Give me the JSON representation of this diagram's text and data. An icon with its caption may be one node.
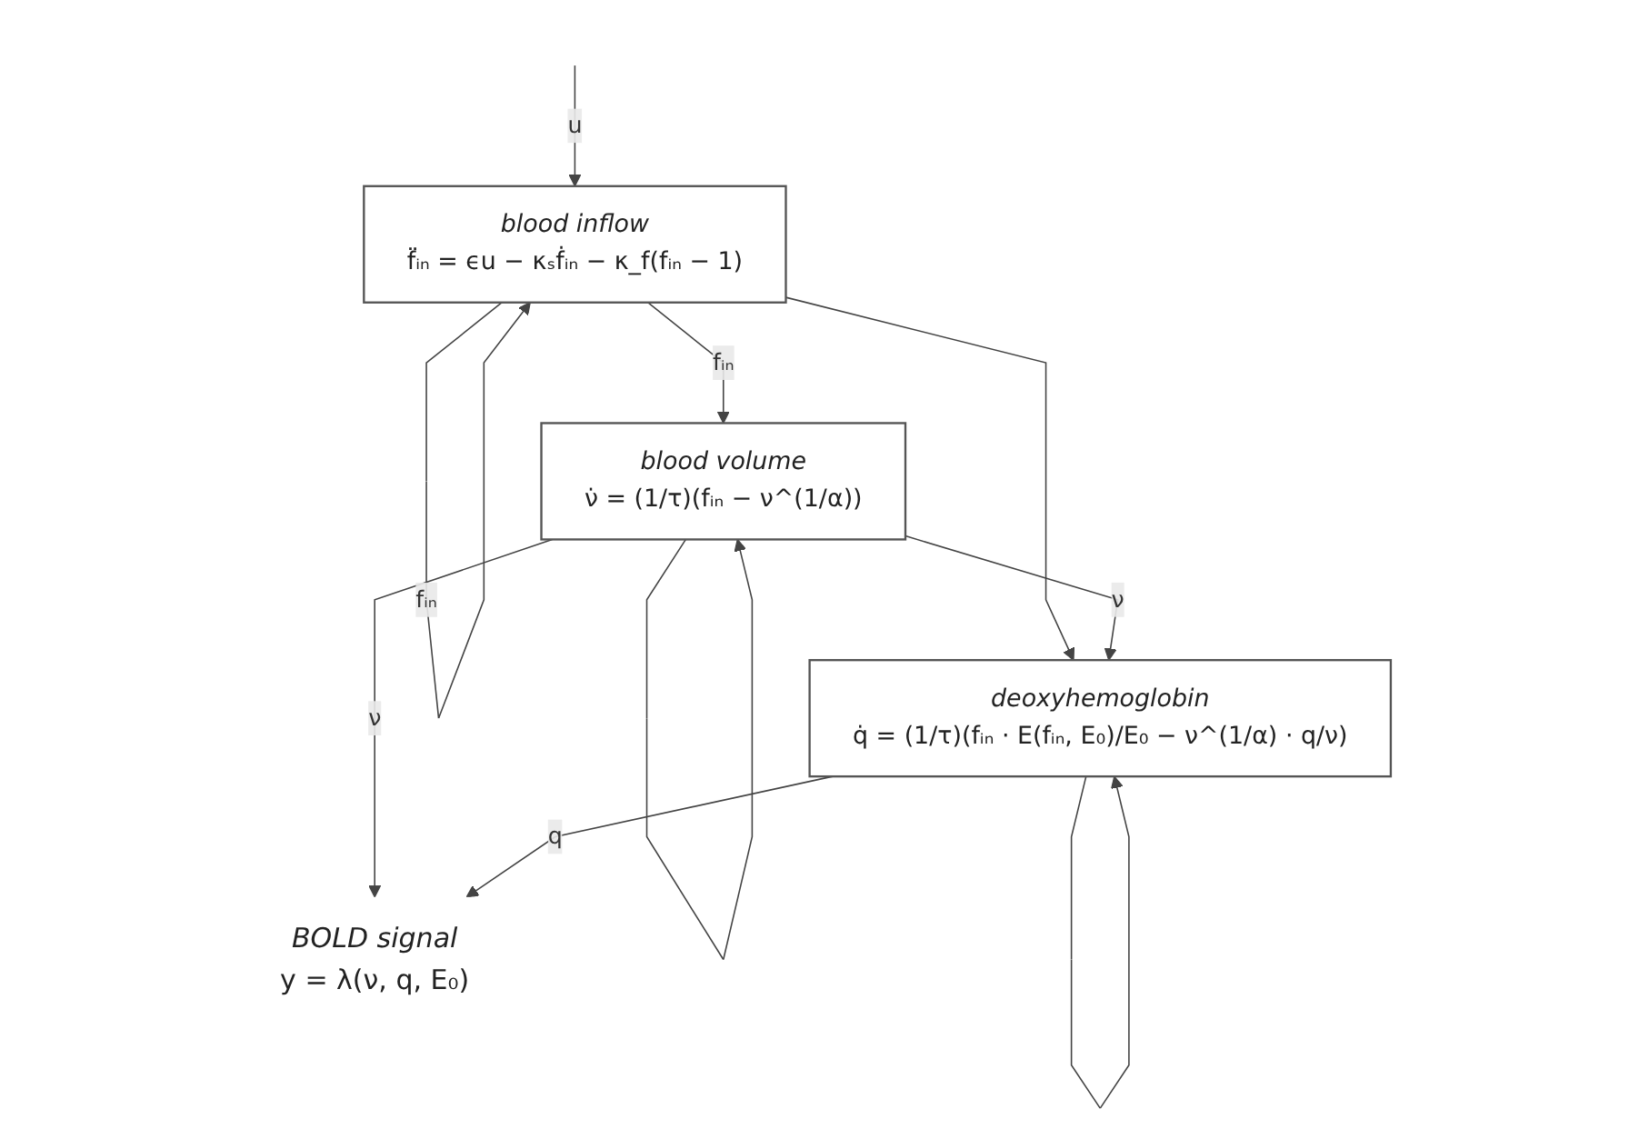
{
  "diagram": {
    "nodes": [
      {
        "text": [
          "blood inflow",
          "f̈ᵢₙ = ϵu − κₛḟᵢₙ − κ_f(fᵢₙ − 1)"
        ]
      },
      {
        "text": [
          "blood volume",
          "ν̇ = (1/τ)(fᵢₙ − ν^(1/α))"
        ]
      },
      {
        "text": [
          "deoxyhemoglobin",
          "q̇ = (1/τ)(fᵢₙ · E(fᵢₙ, E₀)/E₀ − ν^(1/α) · q/ν)"
        ]
      },
      {
        "text": [
          "BOLD signal",
          "y = λ(ν, q, E₀)"
        ]
      }
    ],
    "edges": [
      {
        "from": null,
        "to": 0,
        "arrow": "to",
        "label": "u"
      },
      {
        "from": 0,
        "to": 0,
        "arrow": "to",
        "label": "fᵢₙ"
      },
      {
        "from": 0,
        "to": 1,
        "arrow": "to",
        "label": "fᵢₙ"
      },
      {
        "from": 0,
        "to": 2,
        "arrow": "to"
      },
      {
        "from": 1,
        "to": 1,
        "arrow": "to"
      },
      {
        "from": 1,
        "to": 2,
        "arrow": "to",
        "label": "ν"
      },
      {
        "from": 2,
        "to": 2,
        "arrow": "to"
      },
      {
        "from": 1,
        "to": 3,
        "arrow": "to",
        "label": "ν"
      },
      {
        "from": 2,
        "to": 3,
        "arrow": "to",
        "label": "q"
      }
    ]
  }
}
